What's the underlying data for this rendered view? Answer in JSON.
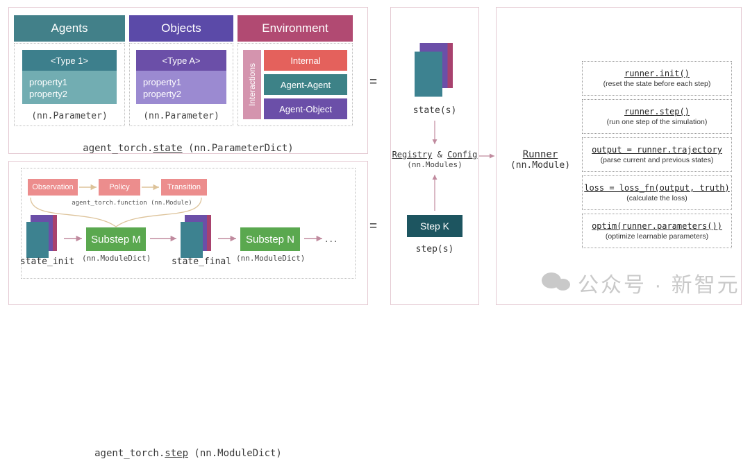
{
  "diagram": {
    "state_panel": {
      "columns": [
        {
          "header": "Agents",
          "type_label": "<Type 1>",
          "properties": "property1\nproperty2",
          "caption": "(nn.Parameter)"
        },
        {
          "header": "Objects",
          "type_label": "<Type A>",
          "properties": "property1\nproperty2",
          "caption": "(nn.Parameter)"
        },
        {
          "header": "Environment"
        }
      ],
      "interactions": {
        "label": "Interactions",
        "rows": [
          "Internal",
          "Agent-Agent",
          "Agent-Object"
        ]
      },
      "caption_prefix": "agent_torch.",
      "caption_underlined": "state",
      "caption_suffix": " (nn.ParameterDict)"
    },
    "step_panel": {
      "function_boxes": [
        "Observation",
        "Policy",
        "Transition"
      ],
      "function_caption": "agent_torch.function (nn.Module)",
      "substeps": [
        {
          "label": "Substep M",
          "sub": "(nn.ModuleDict)"
        },
        {
          "label": "Substep N",
          "sub": "(nn.ModuleDict)"
        }
      ],
      "state_init_label": "state_init",
      "state_final_label": "state_final",
      "ellipsis": "...",
      "caption_prefix": "agent_torch.",
      "caption_underlined": "step",
      "caption_suffix": " (nn.ModuleDict)"
    },
    "middle_panel": {
      "equals_top": "=",
      "equals_bottom": "=",
      "states_caption": "state(s)",
      "registry_word_1": "Registry",
      "registry_amp": " & ",
      "registry_word_2": "Config",
      "registry_sub": "(nn.Modules)",
      "step_box_label": "Step K",
      "steps_caption": "step(s)"
    },
    "runner_panel": {
      "label": "Runner",
      "label_sub": "(nn.Module)",
      "boxes": [
        {
          "title": "runner.init()",
          "desc": "(reset the state before each step)"
        },
        {
          "title": "runner.step()",
          "desc": "(run one step of the simulation)"
        },
        {
          "title": "output = runner.trajectory",
          "desc": "(parse current and previous states)"
        },
        {
          "title": "loss = loss_fn(output, truth)",
          "desc": "(calculate the loss)"
        },
        {
          "title": "optim(runner.parameters())",
          "desc": "(optimize learnable parameters)"
        }
      ]
    },
    "watermark": {
      "text": "公众号 · 新智元",
      "icon": "wechat-icon"
    },
    "colors": {
      "agents_header": "#428089",
      "objects_header": "#5b4aa8",
      "environment_header": "#b14a72",
      "type1_header": "#3d7f8c",
      "type1_body": "#72adb2",
      "typea_header": "#6b4fa8",
      "typea_body": "#9b8ad1",
      "interactions_bar": "#d494ae",
      "internal": "#e4615c",
      "agent_agent": "#3d8287",
      "agent_object": "#6b4fa8",
      "function_box": "#ec8d8d",
      "substep": "#5aa84f",
      "step_k": "#1d5560",
      "stack_front": "#3d8290",
      "stack_mid": "#6b4fa8",
      "stack_back": "#a8426e",
      "panel_border": "#e4c9d2",
      "arrow": "#c08a9e",
      "curve_arrow": "#ddc39a"
    }
  }
}
